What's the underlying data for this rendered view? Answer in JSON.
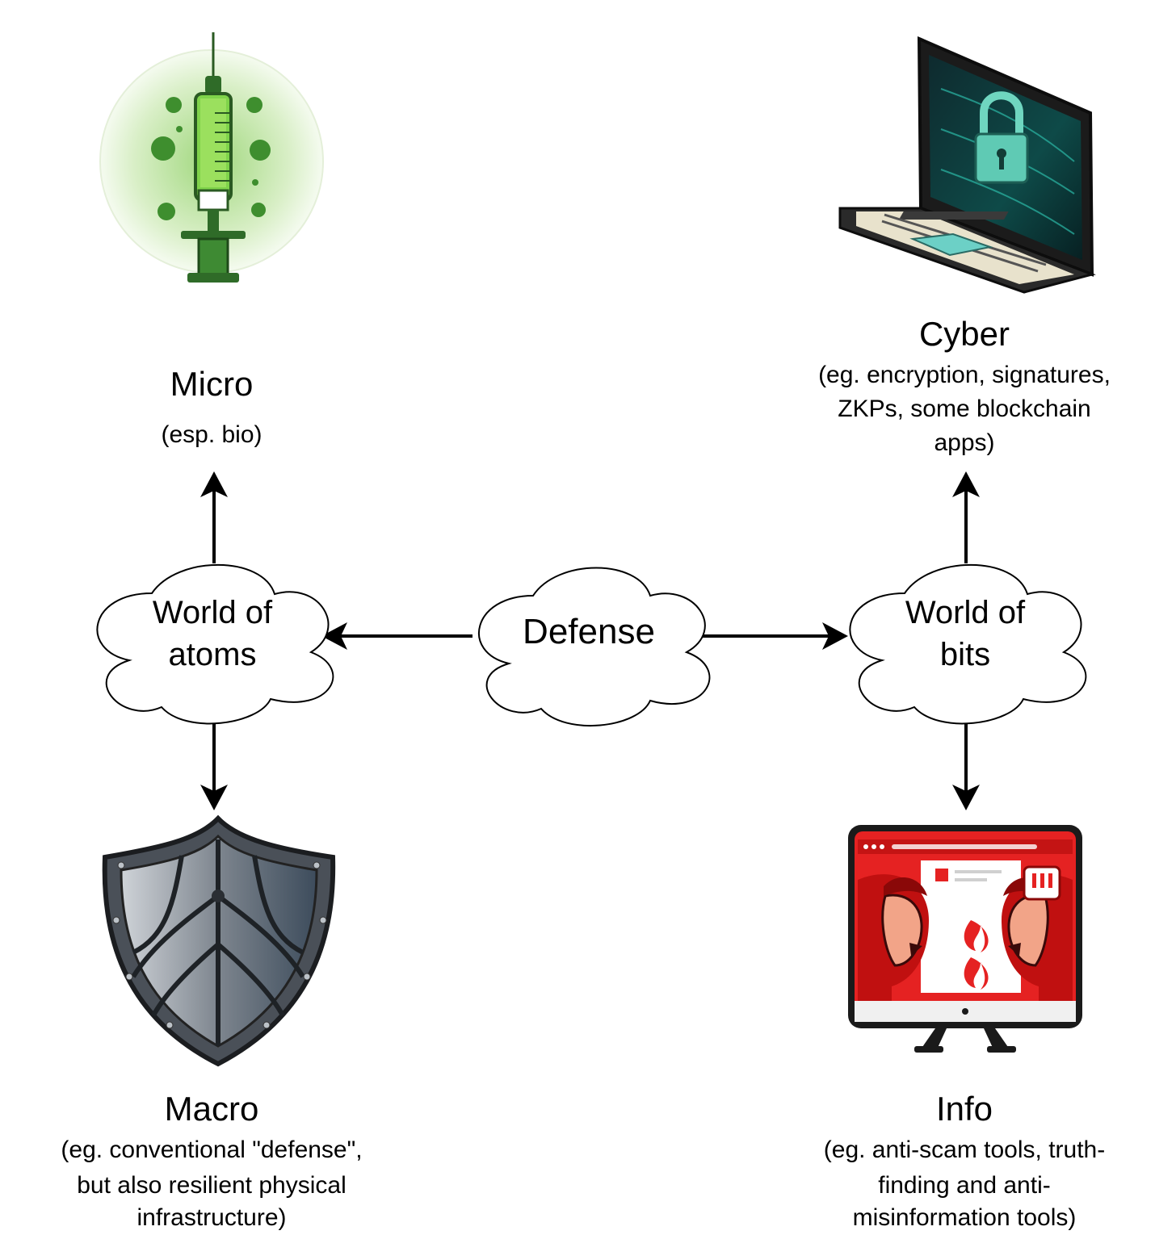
{
  "center": {
    "label": "Defense"
  },
  "atoms": {
    "line1": "World of",
    "line2": "atoms"
  },
  "bits": {
    "line1": "World of",
    "line2": "bits"
  },
  "micro": {
    "title": "Micro",
    "desc": [
      "(esp. bio)"
    ],
    "icon": "syringe-icon"
  },
  "macro": {
    "title": "Macro",
    "desc": [
      "(eg. conventional \"defense\",",
      "but also resilient physical",
      "infrastructure)"
    ],
    "icon": "shield-icon"
  },
  "cyber": {
    "title": "Cyber",
    "desc": [
      "(eg. encryption, signatures,",
      "ZKPs, some blockchain",
      "apps)"
    ],
    "icon": "laptop-lock-icon"
  },
  "info": {
    "title": "Info",
    "desc": [
      "(eg. anti-scam tools, truth-",
      "finding and anti-",
      "misinformation tools)"
    ],
    "icon": "monitor-argument-icon"
  },
  "colors": {
    "micro": "#5ea832",
    "macro": "#3a4048",
    "cyber": "#1aa89a",
    "info": "#d42020",
    "stroke": "#000000"
  }
}
